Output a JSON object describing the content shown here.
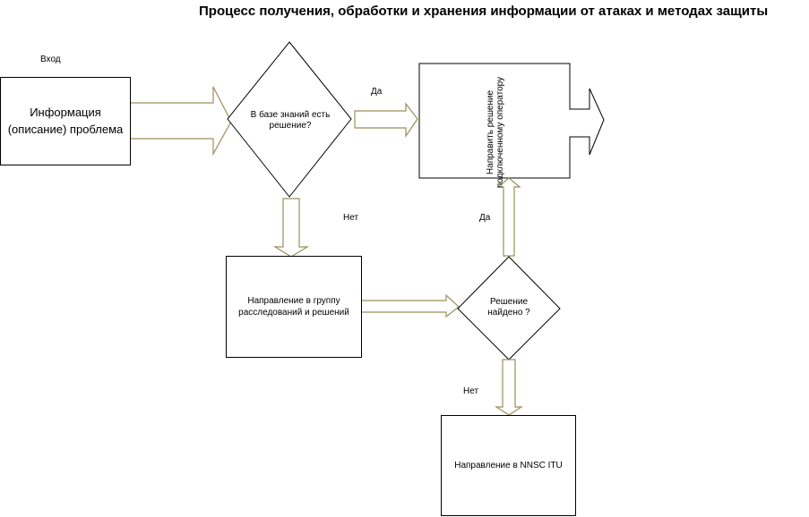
{
  "title": "Процесс получения, обработки и хранения информации от атаках и методах защиты",
  "labels": {
    "input": "Вход",
    "yes1": "Да",
    "no1": "Нет",
    "yes2": "Да",
    "no2": "Нет"
  },
  "nodes": {
    "info": "Информация (описание) проблема",
    "decision_kb": "В базе знаний есть решение?",
    "operator": "Направить решение подключенному оператору",
    "investigation": "Направление в группу расследований и решений",
    "decision_found": "Решение найдено ?",
    "nnsc": "Направление в NNSC ITU"
  },
  "colors": {
    "arrow_stroke": "#9b8f5a",
    "line": "#000000"
  }
}
